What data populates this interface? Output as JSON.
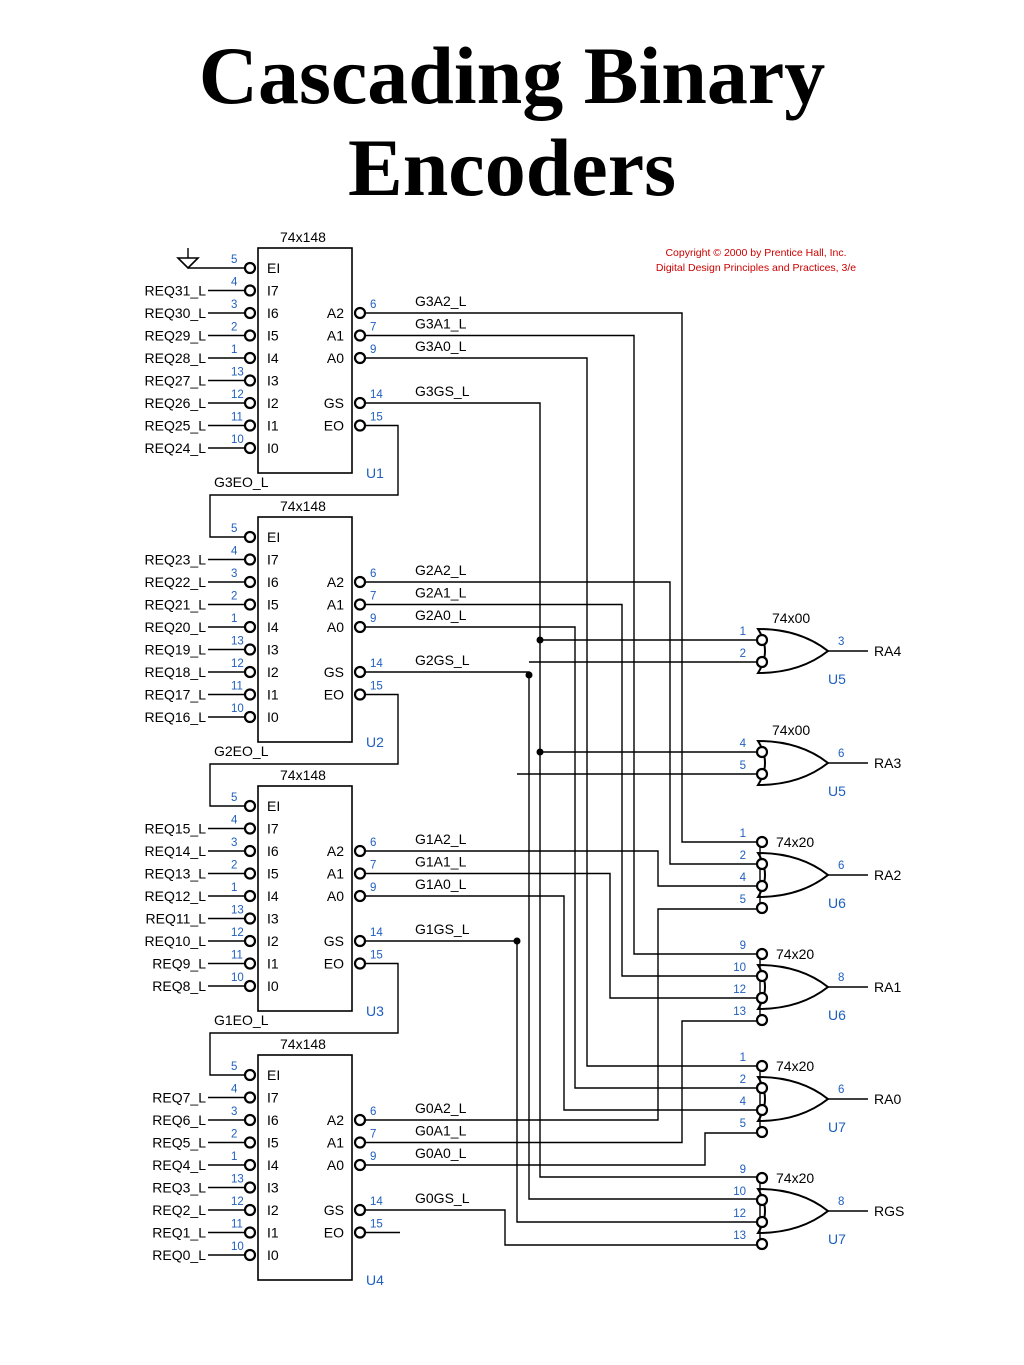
{
  "title": {
    "line1": "Cascading Binary",
    "line2": "Encoders"
  },
  "copyright": {
    "line1": "Copyright © 2000 by Prentice Hall, Inc.",
    "line2": "Digital Design Principles and Practices, 3/e"
  },
  "encoder_part": "74x148",
  "encoders": [
    {
      "unit": "U1",
      "req": [
        "REQ31_L",
        "REQ30_L",
        "REQ29_L",
        "REQ28_L",
        "REQ27_L",
        "REQ26_L",
        "REQ25_L",
        "REQ24_L"
      ],
      "outputs": [
        "G3A2_L",
        "G3A1_L",
        "G3A0_L",
        "G3GS_L"
      ],
      "eo": "G3EO_L"
    },
    {
      "unit": "U2",
      "req": [
        "REQ23_L",
        "REQ22_L",
        "REQ21_L",
        "REQ20_L",
        "REQ19_L",
        "REQ18_L",
        "REQ17_L",
        "REQ16_L"
      ],
      "outputs": [
        "G2A2_L",
        "G2A1_L",
        "G2A0_L",
        "G2GS_L"
      ],
      "eo": "G2EO_L"
    },
    {
      "unit": "U3",
      "req": [
        "REQ15_L",
        "REQ14_L",
        "REQ13_L",
        "REQ12_L",
        "REQ11_L",
        "REQ10_L",
        "REQ9_L",
        "REQ8_L"
      ],
      "outputs": [
        "G1A2_L",
        "G1A1_L",
        "G1A0_L",
        "G1GS_L"
      ],
      "eo": "G1EO_L"
    },
    {
      "unit": "U4",
      "req": [
        "REQ7_L",
        "REQ6_L",
        "REQ5_L",
        "REQ4_L",
        "REQ3_L",
        "REQ2_L",
        "REQ1_L",
        "REQ0_L"
      ],
      "outputs": [
        "G0A2_L",
        "G0A1_L",
        "G0A0_L",
        "G0GS_L"
      ],
      "eo": ""
    }
  ],
  "encoder_pin_labels": {
    "inputs": [
      "EI",
      "I7",
      "I6",
      "I5",
      "I4",
      "I3",
      "I2",
      "I1",
      "I0"
    ],
    "input_pins": [
      "5",
      "4",
      "3",
      "2",
      "1",
      "13",
      "12",
      "11",
      "10"
    ],
    "outputs": [
      "A2",
      "A1",
      "A0",
      "GS",
      "EO"
    ],
    "output_pins": [
      "6",
      "7",
      "9",
      "14",
      "15"
    ]
  },
  "gates": [
    {
      "part": "74x00",
      "unit": "U5",
      "output": "RA4",
      "in_pins": [
        "1",
        "2"
      ],
      "out_pin": "3"
    },
    {
      "part": "74x00",
      "unit": "U5",
      "output": "RA3",
      "in_pins": [
        "4",
        "5"
      ],
      "out_pin": "6"
    },
    {
      "part": "74x20",
      "unit": "U6",
      "output": "RA2",
      "in_pins": [
        "1",
        "2",
        "4",
        "5"
      ],
      "out_pin": "6"
    },
    {
      "part": "74x20",
      "unit": "U6",
      "output": "RA1",
      "in_pins": [
        "9",
        "10",
        "12",
        "13"
      ],
      "out_pin": "8"
    },
    {
      "part": "74x20",
      "unit": "U7",
      "output": "RA0",
      "in_pins": [
        "1",
        "2",
        "4",
        "5"
      ],
      "out_pin": "6"
    },
    {
      "part": "74x20",
      "unit": "U7",
      "output": "RGS",
      "in_pins": [
        "9",
        "10",
        "12",
        "13"
      ],
      "out_pin": "8"
    }
  ]
}
